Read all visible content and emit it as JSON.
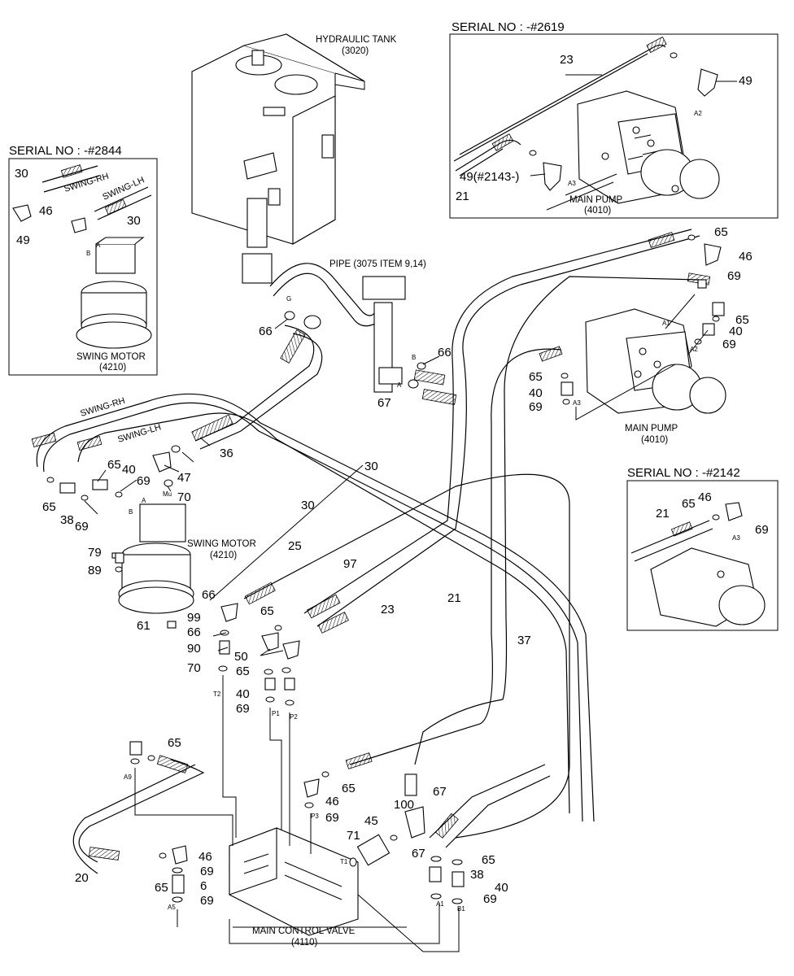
{
  "serial_boxes": {
    "top_right": {
      "title": "SERIAL NO : -#2619",
      "items": [
        "23",
        "49",
        "49(#2143-)",
        "21",
        "A2",
        "A3"
      ],
      "caption_name": "MAIN PUMP",
      "caption_code": "(4010)"
    },
    "left": {
      "title": "SERIAL NO : -#2844",
      "items": [
        "30",
        "SWING-RH",
        "SWING-LH",
        "46",
        "30",
        "49",
        "A",
        "B"
      ],
      "caption_name": "SWING MOTOR",
      "caption_code": "(4210)"
    },
    "right": {
      "title": "SERIAL NO : -#2142",
      "items": [
        "46",
        "65",
        "21",
        "69",
        "A3"
      ]
    }
  },
  "captions": {
    "tank_name": "HYDRAULIC TANK",
    "tank_code": "(3020)",
    "pipe": "PIPE (3075 ITEM 9,14)",
    "main_pump_name": "MAIN PUMP",
    "main_pump_code": "(4010)",
    "swing_motor_name": "SWING MOTOR",
    "swing_motor_code": "(4210)",
    "mcv_name": "MAIN CONTROL VALVE",
    "mcv_code": "(4110)"
  },
  "hose_labels": {
    "swing_rh": "SWING-RH",
    "swing_lh": "SWING-LH"
  },
  "port_labels": {
    "G": "G",
    "B": "B",
    "A": "A",
    "Mu": "Mu",
    "A_sm": "A",
    "B_sm": "B",
    "A1": "A1",
    "A2": "A2",
    "A3": "A3",
    "T2": "T2",
    "P1": "P1",
    "P2": "P2",
    "A9": "A9",
    "P3": "P3",
    "T1": "T1",
    "A5": "A5",
    "A1b": "A1",
    "B1": "B1"
  },
  "callouts": [
    "66",
    "36",
    "66",
    "67",
    "65",
    "46",
    "69",
    "65",
    "40",
    "69",
    "65",
    "40",
    "69",
    "47",
    "65",
    "40",
    "69",
    "70",
    "65",
    "38",
    "69",
    "79",
    "89",
    "61",
    "30",
    "30",
    "25",
    "97",
    "23",
    "21",
    "37",
    "66",
    "99",
    "66",
    "90",
    "70",
    "65",
    "50",
    "65",
    "40",
    "69",
    "65",
    "46",
    "65",
    "69",
    "100",
    "67",
    "45",
    "71",
    "67",
    "65",
    "38",
    "40",
    "69",
    "46",
    "69",
    "6",
    "65",
    "69",
    "20"
  ]
}
